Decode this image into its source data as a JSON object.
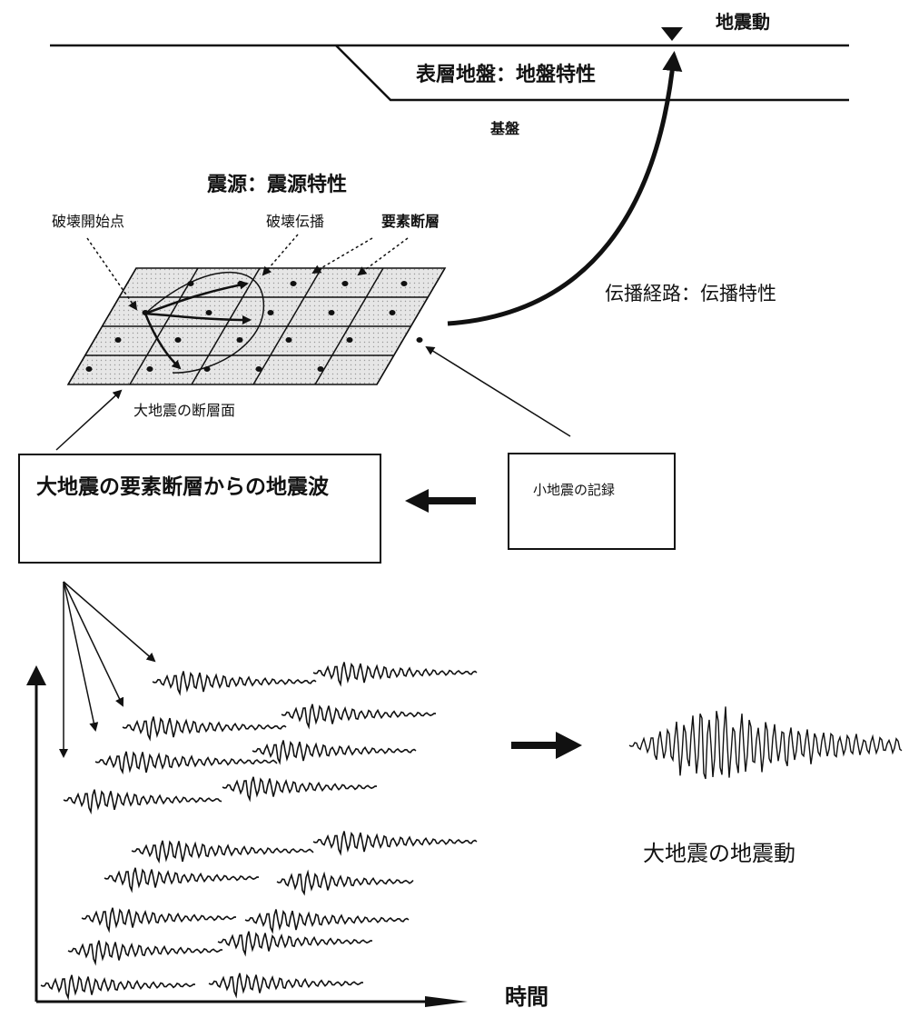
{
  "labels": {
    "ground_motion": "地震動",
    "surface_layer": "表層地盤：地盤特性",
    "bedrock": "基盤",
    "source": "震源：震源特性",
    "rupture_start": "破壊開始点",
    "rupture_propagation": "破壊伝播",
    "element_fault": "要素断層",
    "propagation_path": "伝播経路：伝播特性",
    "fault_plane": "大地震の断層面",
    "large_eq_element_waves": "大地震の要素断層からの地震波",
    "small_eq_record": "小地震の記録",
    "large_eq_ground_motion": "大地震の地震動",
    "time_axis": "時間"
  },
  "colors": {
    "ink": "#111111",
    "fault_fill": "#d9d9d9"
  }
}
